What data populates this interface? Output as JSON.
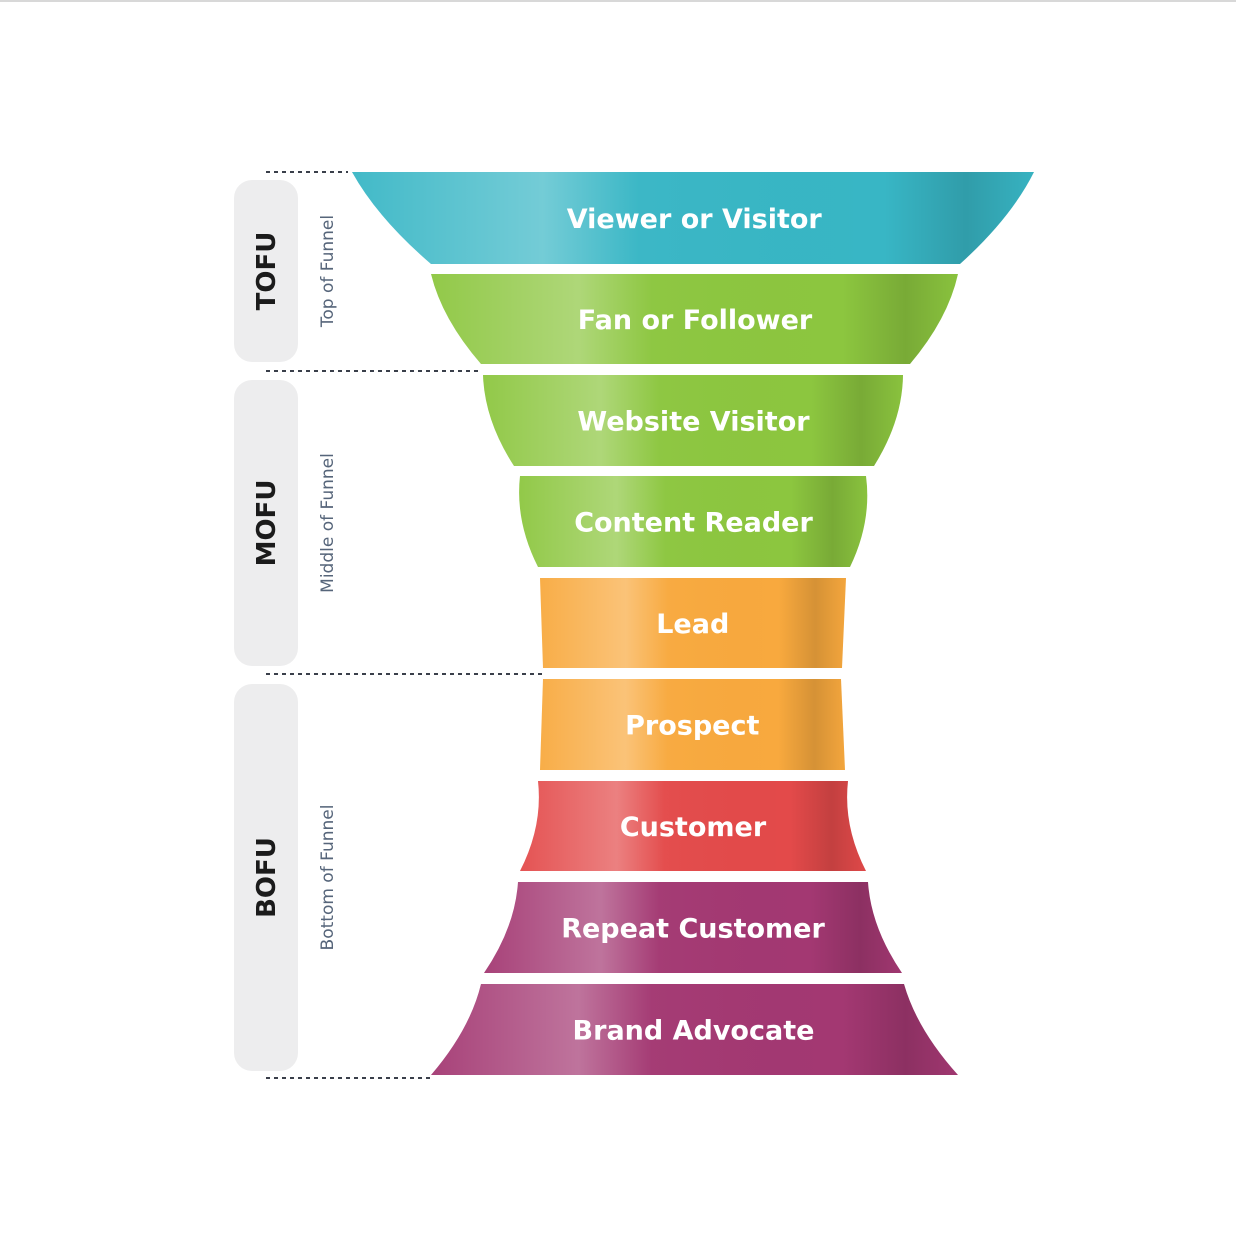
{
  "stages": [
    {
      "abbr": "TOFU",
      "name": "Top of Funnel"
    },
    {
      "abbr": "MOFU",
      "name": "Middle of Funnel"
    },
    {
      "abbr": "BOFU",
      "name": "Bottom of Funnel"
    }
  ],
  "funnel": [
    {
      "label": "Viewer or Visitor",
      "color": "#38b6c5"
    },
    {
      "label": "Fan or Follower",
      "color": "#8cc63f"
    },
    {
      "label": "Website Visitor",
      "color": "#8cc63f"
    },
    {
      "label": "Content Reader",
      "color": "#8cc63f"
    },
    {
      "label": "Lead",
      "color": "#f8a93e"
    },
    {
      "label": "Prospect",
      "color": "#f8a93e"
    },
    {
      "label": "Customer",
      "color": "#e34a4a"
    },
    {
      "label": "Repeat Customer",
      "color": "#a33872"
    },
    {
      "label": "Brand Advocate",
      "color": "#a33872"
    }
  ],
  "colors": {
    "stage_box": "#ededee",
    "divider": "#3a3f4a"
  }
}
